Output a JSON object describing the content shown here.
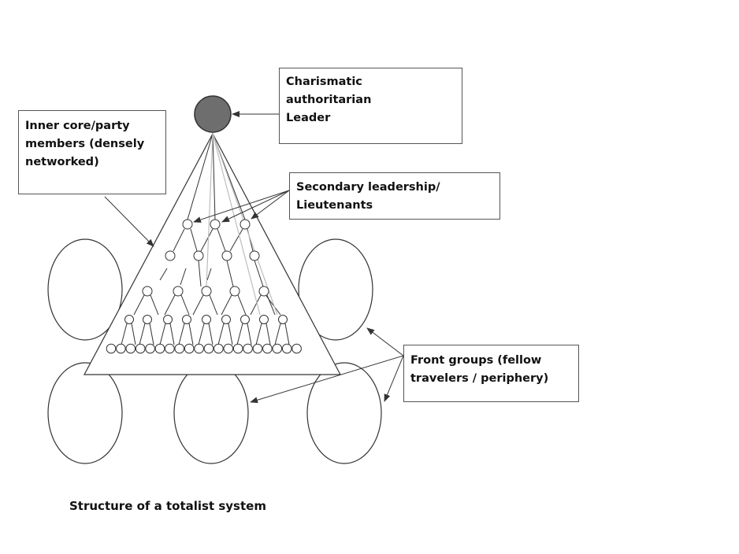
{
  "labels": {
    "leader": {
      "lines": [
        "Charismatic",
        "authoritarian",
        "Leader"
      ]
    },
    "inner_core": {
      "lines": [
        "Inner core/party",
        "members (densely",
        "networked)"
      ]
    },
    "secondary": {
      "lines": [
        "Secondary leadership/",
        "Lieutenants"
      ]
    },
    "front_groups": {
      "lines": [
        "Front groups (fellow",
        "travelers / periphery)"
      ]
    }
  },
  "caption": "Structure of a totalist system",
  "colors": {
    "line": "#333333",
    "leader_fill": "#6e6e6e",
    "faint_line": "#bdbdbd"
  }
}
